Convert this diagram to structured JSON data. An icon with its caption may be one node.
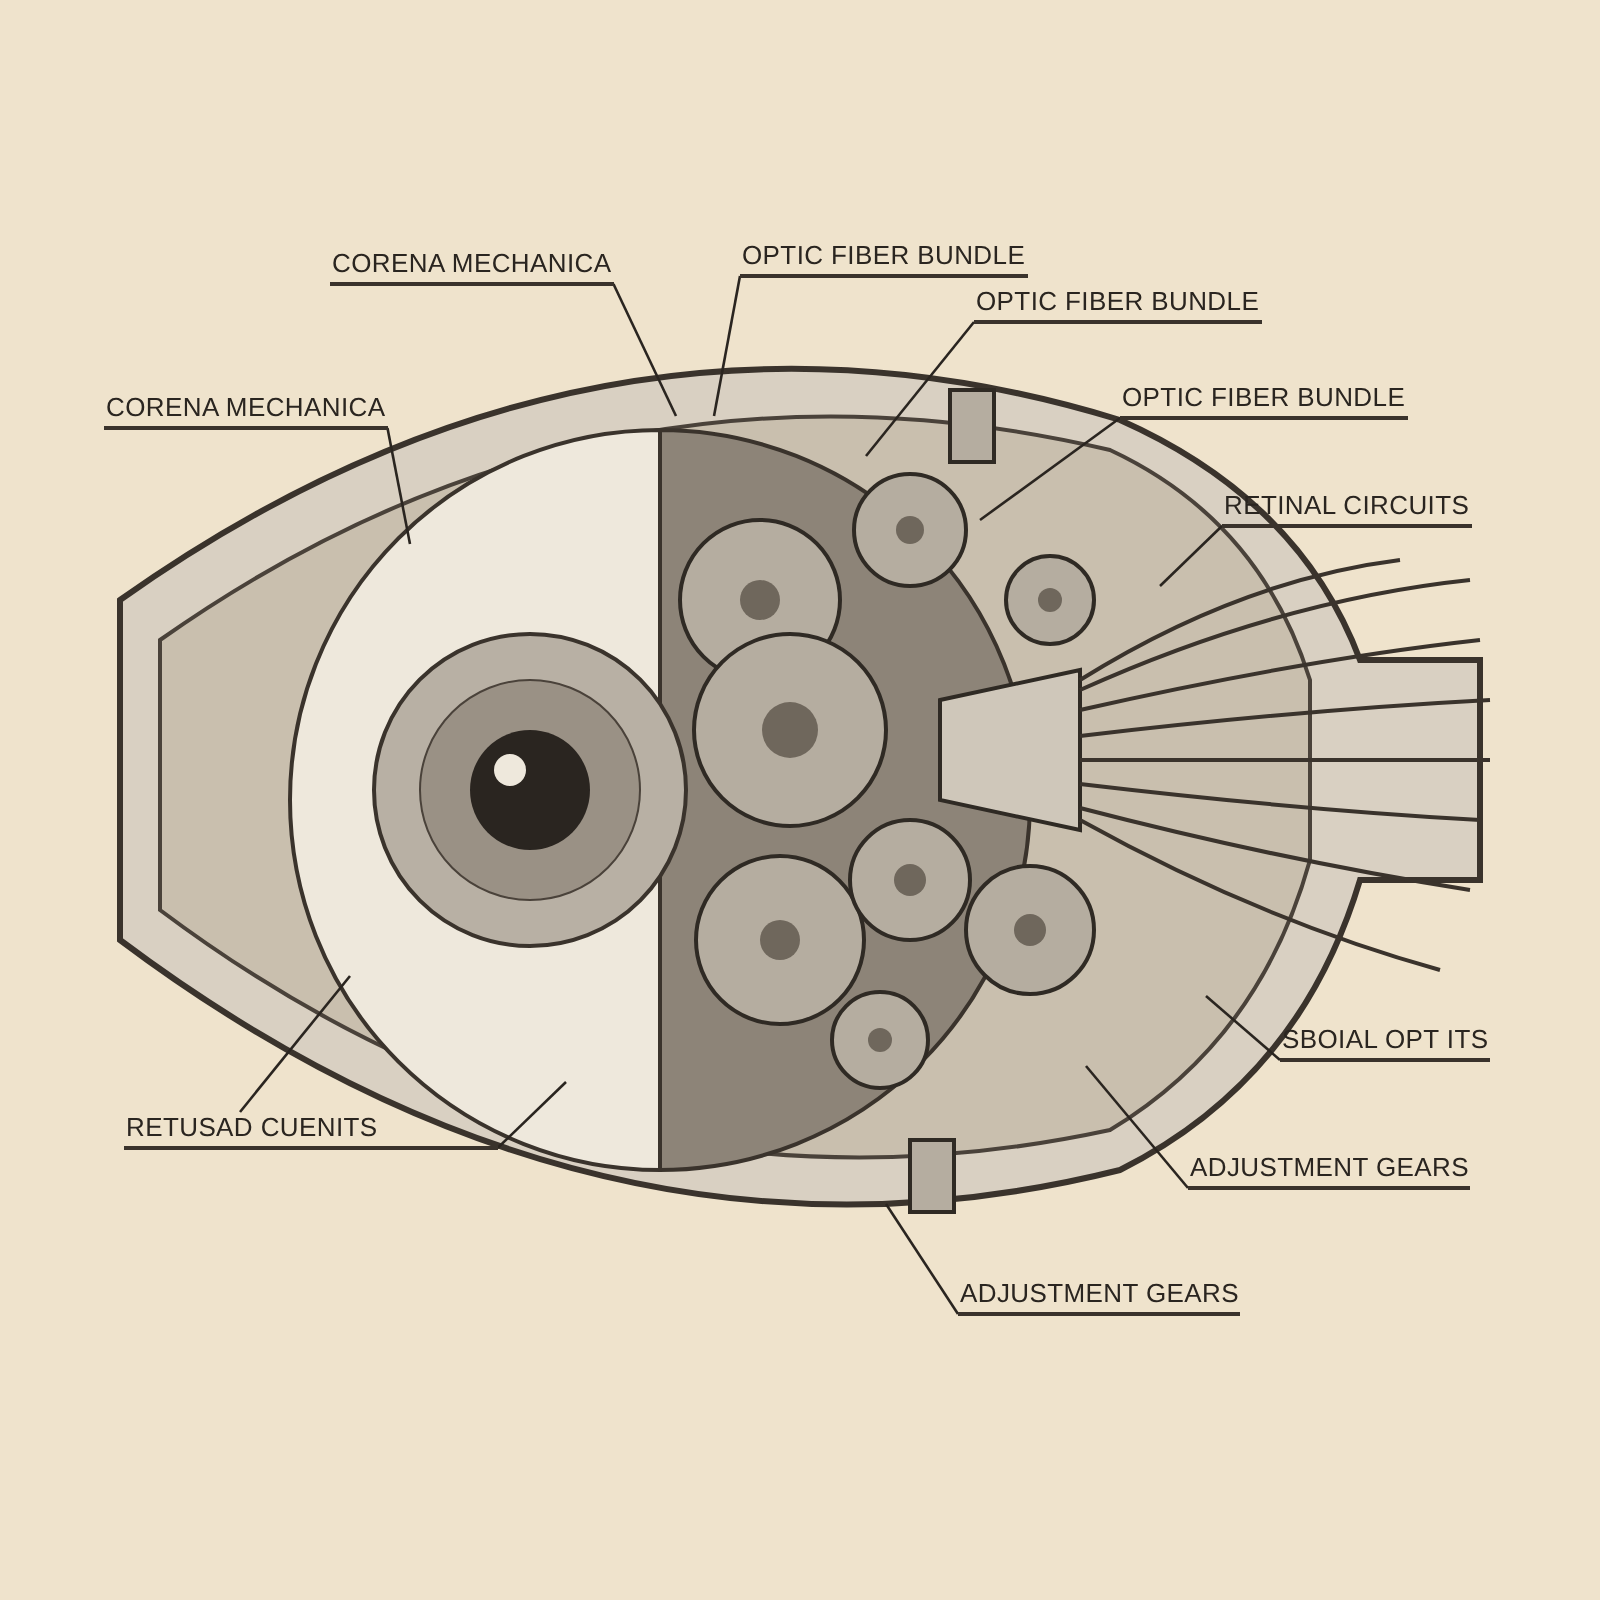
{
  "diagram": {
    "nodes": [
      {
        "text": [
          "OPTIC FIBER BUNDLE"
        ]
      },
      {
        "text": [
          "CORENA MECHANICA"
        ]
      },
      {
        "text": [
          "OPTIC FIBER BUNDLE"
        ]
      },
      {
        "text": [
          "CORENA MECHANICA"
        ]
      },
      {
        "text": [
          "OPTIC FIBER BUNDLE"
        ]
      },
      {
        "text": [
          "RETINAL CIRCUITS"
        ]
      },
      {
        "text": [
          "SBOIAL OPT ITS"
        ]
      },
      {
        "text": [
          "RETUSAD CUENITS"
        ]
      },
      {
        "text": [
          "ADJUSTMENT GEARS"
        ]
      },
      {
        "text": [
          "ADJUSTMENT GEARS"
        ]
      }
    ],
    "edges": [
      {
        "from": 0,
        "to": null,
        "arrow": "none"
      },
      {
        "from": 1,
        "to": null,
        "arrow": "none"
      },
      {
        "from": 2,
        "to": null,
        "arrow": "none"
      },
      {
        "from": 3,
        "to": null,
        "arrow": "none"
      },
      {
        "from": 4,
        "to": null,
        "arrow": "none"
      },
      {
        "from": 5,
        "to": null,
        "arrow": "none"
      },
      {
        "from": 6,
        "to": null,
        "arrow": "none"
      },
      {
        "from": 7,
        "to": null,
        "arrow": "none"
      },
      {
        "from": 7,
        "to": null,
        "arrow": "none"
      },
      {
        "from": 8,
        "to": null,
        "arrow": "none"
      },
      {
        "from": 9,
        "to": null,
        "arrow": "none"
      }
    ]
  }
}
